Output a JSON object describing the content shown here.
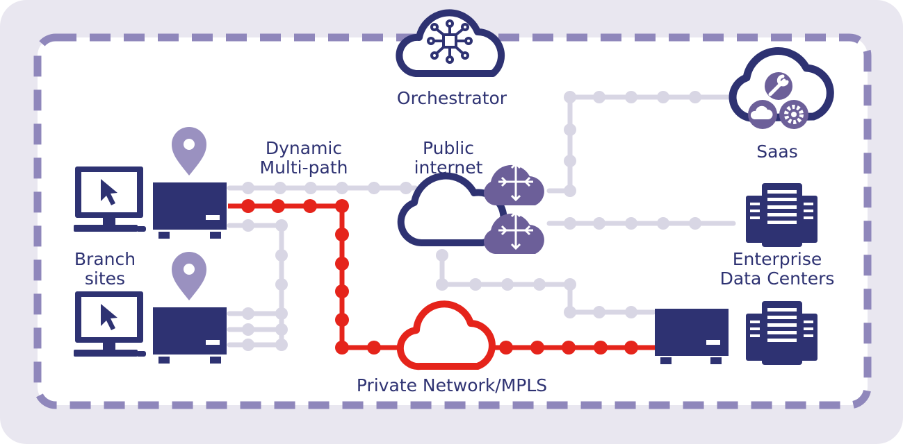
{
  "labels": {
    "orchestrator": "Orchestrator",
    "saas": "Saas",
    "dynamic_line1": "Dynamic",
    "dynamic_line2": "Multi-path",
    "public_line1": "Public",
    "public_line2": "internet",
    "branch_line1": "Branch",
    "branch_line2": "sites",
    "enterprise_line1": "Enterprise",
    "enterprise_line2": "Data Centers",
    "private_network": "Private Network/MPLS"
  },
  "colors": {
    "navy": "#2e3272",
    "frame": "#8f87bb",
    "outer_bg": "#e9e7f0",
    "grey_link": "#d8d6e4",
    "red_link": "#e5241b",
    "router": "#6c5f99",
    "pin": "#9a91c0"
  },
  "icons": [
    "cloud-icon",
    "hub-icon",
    "location-pin-icon",
    "computer-icon",
    "cursor-icon",
    "router-icon",
    "server-rack-icon",
    "wrench-icon",
    "gear-icon"
  ]
}
